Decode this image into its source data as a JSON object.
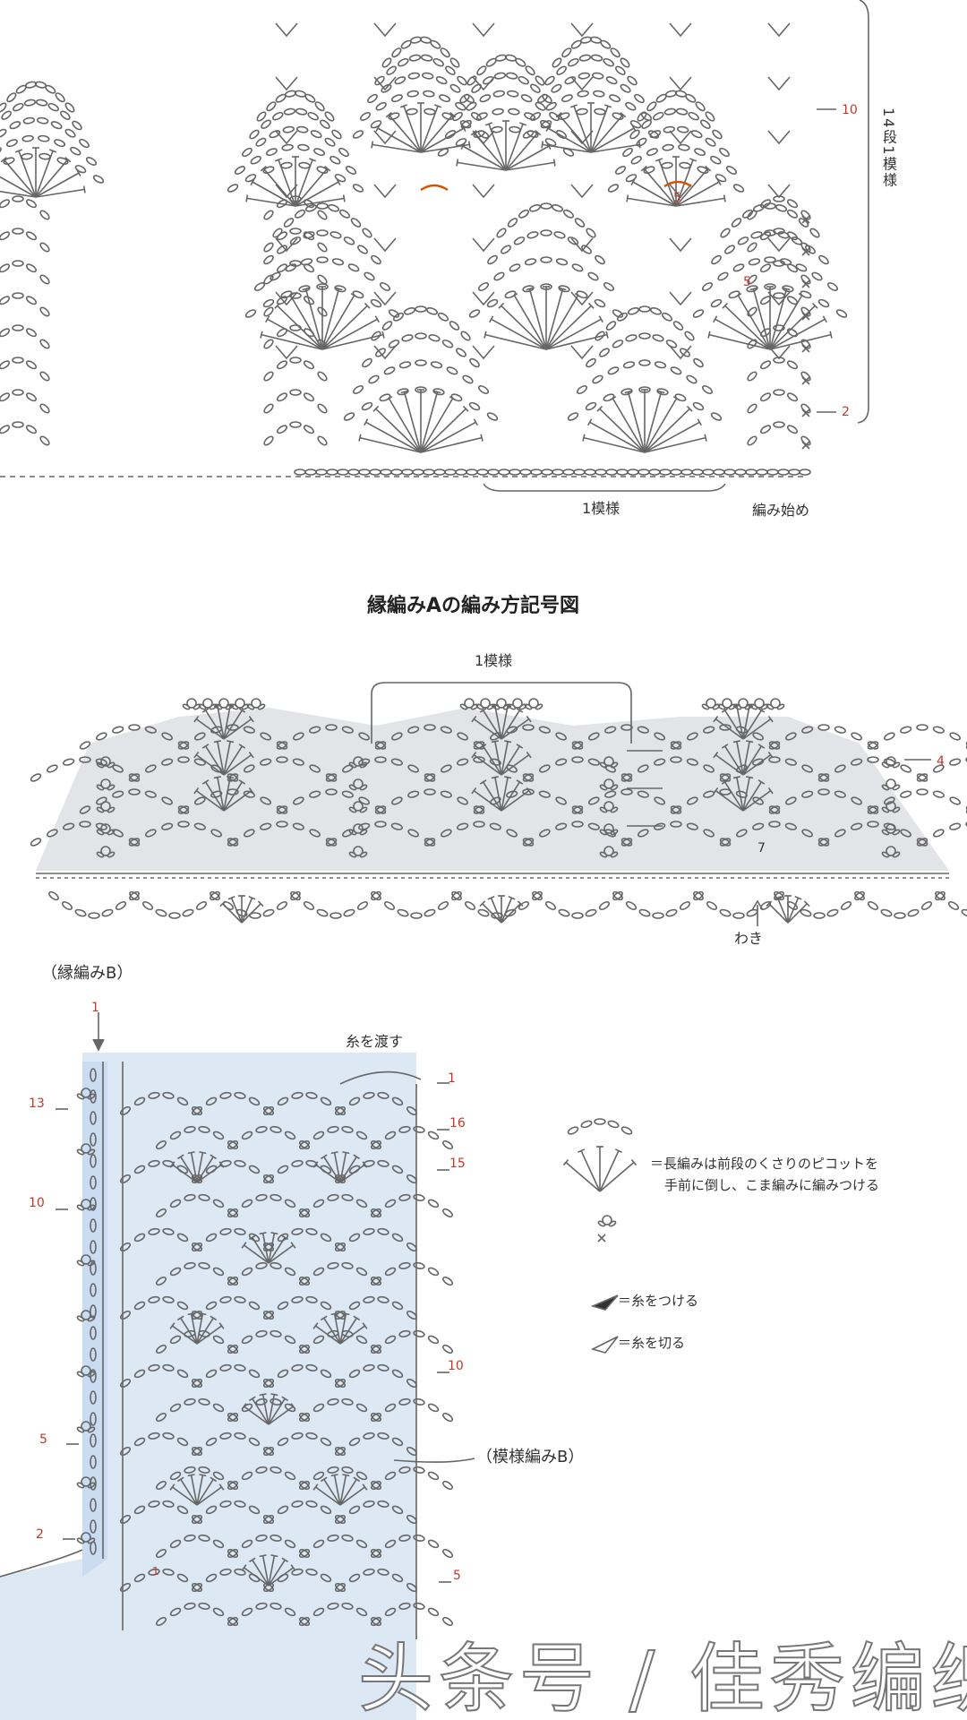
{
  "top_chart": {
    "row_10": "10",
    "row_5_a": "5",
    "row_5_b": "5",
    "row_2": "2",
    "repeat_rows": "14段1模様",
    "one_pattern": "1模様",
    "start": "編み始め"
  },
  "edging_a": {
    "title": "縁編みAの編み方記号図",
    "one_pattern": "1模様",
    "row_4": "4",
    "row_7": "7",
    "side": "わき"
  },
  "bottom_chart": {
    "edging_b": "（縁編みB）",
    "top_1": "1",
    "pass_yarn": "糸を渡す",
    "row_1": "1",
    "row_16": "16",
    "row_15": "15",
    "row_13": "13",
    "row_10_left": "10",
    "row_10_right": "10",
    "row_5_left": "5",
    "row_5_right": "5",
    "row_2": "2",
    "row_1_small": "1",
    "pattern_b": "（模様編みB）"
  },
  "legend": {
    "dc_note_1": "＝長編みは前段のくさりのピコットを",
    "dc_note_2": "手前に倒し、こま編みに編みつける",
    "attach_yarn": "＝糸をつける",
    "cut_yarn": "＝糸を切る"
  },
  "watermark": "头条号 / 佳秀编织",
  "colors": {
    "line": "#666666",
    "shade_a": "#e2e4e8",
    "shade_b": "#dde8f5",
    "accent": "#c0392b"
  }
}
